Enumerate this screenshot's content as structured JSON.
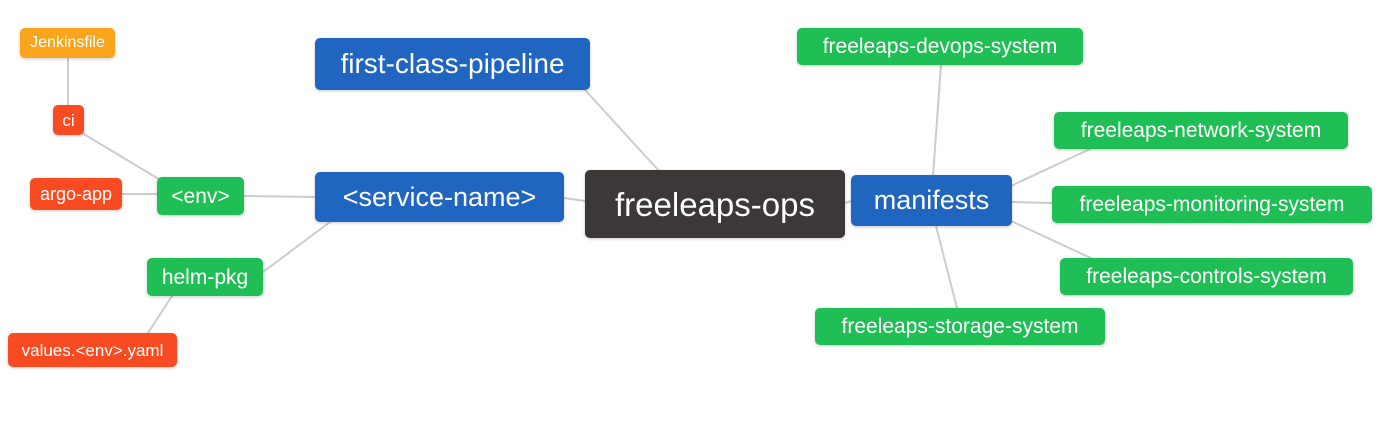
{
  "diagram": {
    "type": "mindmap",
    "title": "freeleaps-ops mind map",
    "palette": {
      "root_bg": "#3C3838",
      "branch_bg": "#2065BF",
      "leaf_green_bg": "#20BF55",
      "leaf_red_bg": "#F94B22",
      "leaf_orange_bg": "#F9A51B",
      "text": "#FFFFFF",
      "edge": "#CCCCCC",
      "background": "#FFFFFF"
    },
    "nodes": [
      {
        "id": "jenkinsfile",
        "label": "Jenkinsfile",
        "color": "leaf_orange_bg"
      },
      {
        "id": "ci",
        "label": "ci",
        "color": "leaf_red_bg"
      },
      {
        "id": "argo-app",
        "label": "argo-app",
        "color": "leaf_red_bg"
      },
      {
        "id": "env",
        "label": "<env>",
        "color": "leaf_green_bg"
      },
      {
        "id": "helm-pkg",
        "label": "helm-pkg",
        "color": "leaf_green_bg"
      },
      {
        "id": "values-env-yaml",
        "label": "values.<env>.yaml",
        "color": "leaf_red_bg"
      },
      {
        "id": "first-class-pipeline",
        "label": "first-class-pipeline",
        "color": "branch_bg"
      },
      {
        "id": "service-name",
        "label": "<service-name>",
        "color": "branch_bg"
      },
      {
        "id": "freeleaps-ops",
        "label": "freeleaps-ops",
        "color": "root_bg"
      },
      {
        "id": "manifests",
        "label": "manifests",
        "color": "branch_bg"
      },
      {
        "id": "freeleaps-devops-system",
        "label": "freeleaps-devops-system",
        "color": "leaf_green_bg"
      },
      {
        "id": "freeleaps-network-system",
        "label": "freeleaps-network-system",
        "color": "leaf_green_bg"
      },
      {
        "id": "freeleaps-monitoring-system",
        "label": "freeleaps-monitoring-system",
        "color": "leaf_green_bg"
      },
      {
        "id": "freeleaps-controls-system",
        "label": "freeleaps-controls-system",
        "color": "leaf_green_bg"
      },
      {
        "id": "freeleaps-storage-system",
        "label": "freeleaps-storage-system",
        "color": "leaf_green_bg"
      }
    ],
    "edges": [
      {
        "from": "ci",
        "to": "jenkinsfile"
      },
      {
        "from": "env",
        "to": "ci"
      },
      {
        "from": "env",
        "to": "argo-app"
      },
      {
        "from": "service-name",
        "to": "env"
      },
      {
        "from": "service-name",
        "to": "helm-pkg"
      },
      {
        "from": "helm-pkg",
        "to": "values-env-yaml"
      },
      {
        "from": "freeleaps-ops",
        "to": "service-name"
      },
      {
        "from": "freeleaps-ops",
        "to": "first-class-pipeline"
      },
      {
        "from": "freeleaps-ops",
        "to": "manifests"
      },
      {
        "from": "manifests",
        "to": "freeleaps-devops-system"
      },
      {
        "from": "manifests",
        "to": "freeleaps-network-system"
      },
      {
        "from": "manifests",
        "to": "freeleaps-monitoring-system"
      },
      {
        "from": "manifests",
        "to": "freeleaps-controls-system"
      },
      {
        "from": "manifests",
        "to": "freeleaps-storage-system"
      }
    ]
  }
}
